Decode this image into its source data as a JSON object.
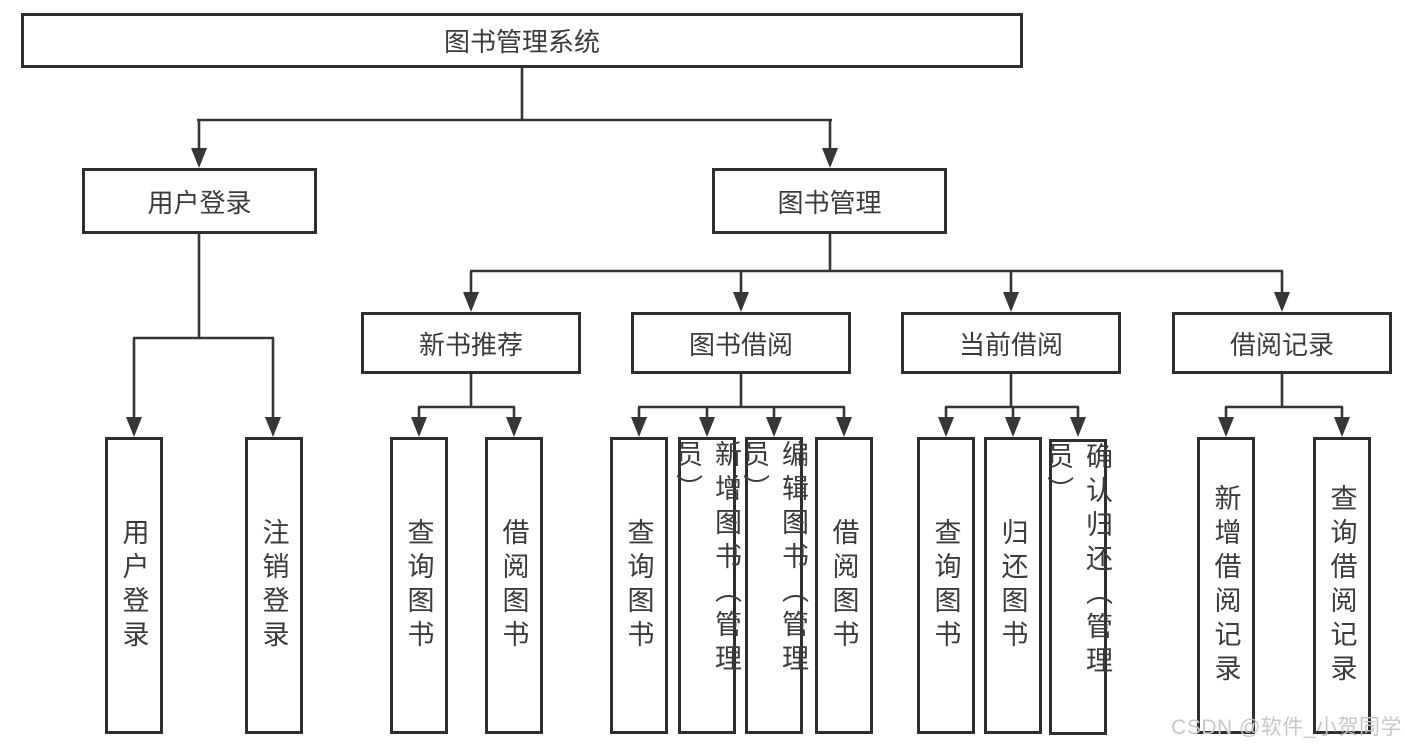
{
  "diagram": {
    "root": {
      "id": "library-management-system",
      "label": "图书管理系统"
    },
    "level2": [
      {
        "id": "user-login",
        "label": "用户登录"
      },
      {
        "id": "book-management",
        "label": "图书管理"
      }
    ],
    "level3": [
      {
        "id": "new-book-recommend",
        "label": "新书推荐",
        "parent": "book-management"
      },
      {
        "id": "book-borrow",
        "label": "图书借阅",
        "parent": "book-management"
      },
      {
        "id": "current-borrow",
        "label": "当前借阅",
        "parent": "book-management"
      },
      {
        "id": "borrow-record",
        "label": "借阅记录",
        "parent": "book-management"
      }
    ],
    "leaves": [
      {
        "id": "leaf-user-login",
        "label": "用户登录",
        "parent": "user-login"
      },
      {
        "id": "leaf-logout",
        "label": "注销登录",
        "parent": "user-login"
      },
      {
        "id": "leaf-query-book-recommend",
        "label": "查询图书",
        "parent": "new-book-recommend"
      },
      {
        "id": "leaf-borrow-book-recommend",
        "label": "借阅图书",
        "parent": "new-book-recommend"
      },
      {
        "id": "leaf-query-book-borrow",
        "label": "查询图书",
        "parent": "book-borrow"
      },
      {
        "id": "leaf-add-book-admin",
        "label": "新增图书（管理员）",
        "parent": "book-borrow"
      },
      {
        "id": "leaf-edit-book-admin",
        "label": "编辑图书（管理员）",
        "parent": "book-borrow"
      },
      {
        "id": "leaf-borrow-book",
        "label": "借阅图书",
        "parent": "book-borrow"
      },
      {
        "id": "leaf-query-book-current",
        "label": "查询图书",
        "parent": "current-borrow"
      },
      {
        "id": "leaf-return-book",
        "label": "归还图书",
        "parent": "current-borrow"
      },
      {
        "id": "leaf-confirm-return-admin",
        "label": "确认归还（管理员）",
        "parent": "current-borrow"
      },
      {
        "id": "leaf-add-borrow-record",
        "label": "新增借阅记录",
        "parent": "borrow-record"
      },
      {
        "id": "leaf-query-borrow-record",
        "label": "查询借阅记录",
        "parent": "borrow-record"
      }
    ]
  },
  "watermark": {
    "text": "CSDN @软件_小贺同学"
  },
  "colors": {
    "line": "#363636",
    "box_border": "#2e2e2e",
    "box_background": "#ffffff",
    "label_text": "#3b3b3b",
    "watermark_text": "#c7c7c7",
    "page_background": "#ffffff"
  }
}
